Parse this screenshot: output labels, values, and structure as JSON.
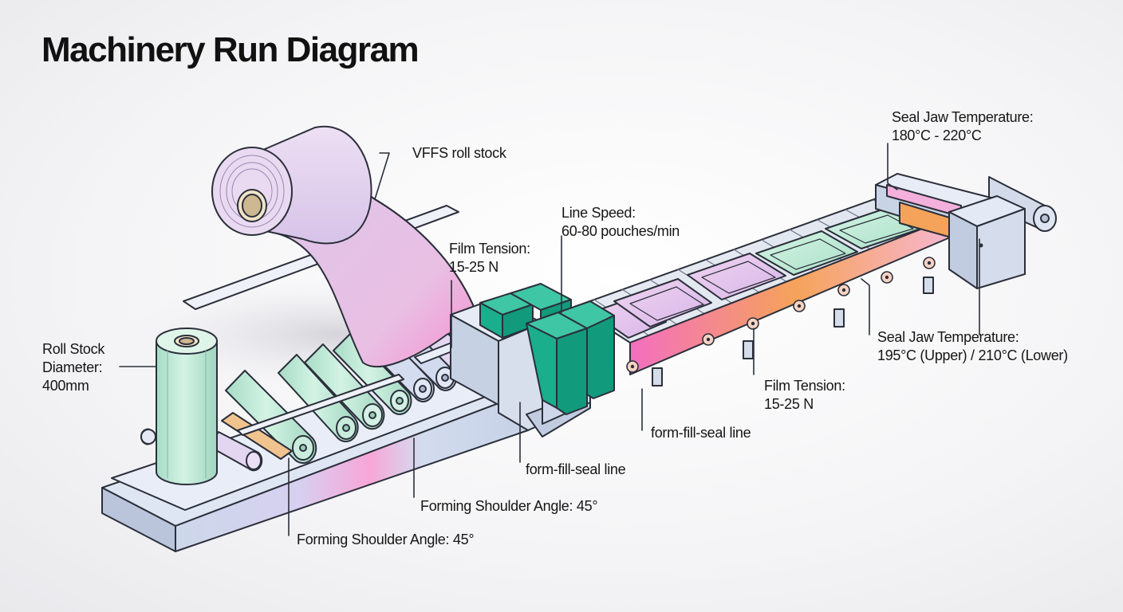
{
  "title": "Machinery Run Diagram",
  "labels": {
    "roll_stock": "VFFS roll stock",
    "line_speed_name": "Line Speed:",
    "line_speed_value": "60-80 pouches/min",
    "film_tension_top_name": "Film Tension:",
    "film_tension_top_value": "15-25 N",
    "seal_jaw_top_name": "Seal Jaw Temperature:",
    "seal_jaw_top_value": "180°C - 220°C",
    "roll_diameter_line1": "Roll Stock",
    "roll_diameter_line2": "Diameter:",
    "roll_diameter_value": "400mm",
    "seal_jaw_right_name": "Seal Jaw Temperature:",
    "seal_jaw_right_value": "195°C (Upper) / 210°C (Lower)",
    "film_tension_bottom_name": "Film Tension:",
    "film_tension_bottom_value": "15-25 N",
    "ffs_line_right": "form-fill-seal line",
    "ffs_line_center": "form-fill-seal line",
    "forming_shoulder_upper": "Forming Shoulder Angle: 45°",
    "forming_shoulder_lower": "Forming Shoulder Angle: 45°"
  },
  "colors": {
    "outline": "#2b2f3a",
    "film_lavender": "#e3d3ee",
    "mint": "#bfe9d6",
    "teal_block": "#17a888",
    "frame_blue": "#cfd8ea",
    "heat_pink": "#f36fc0",
    "heat_orange": "#f5a35a"
  }
}
